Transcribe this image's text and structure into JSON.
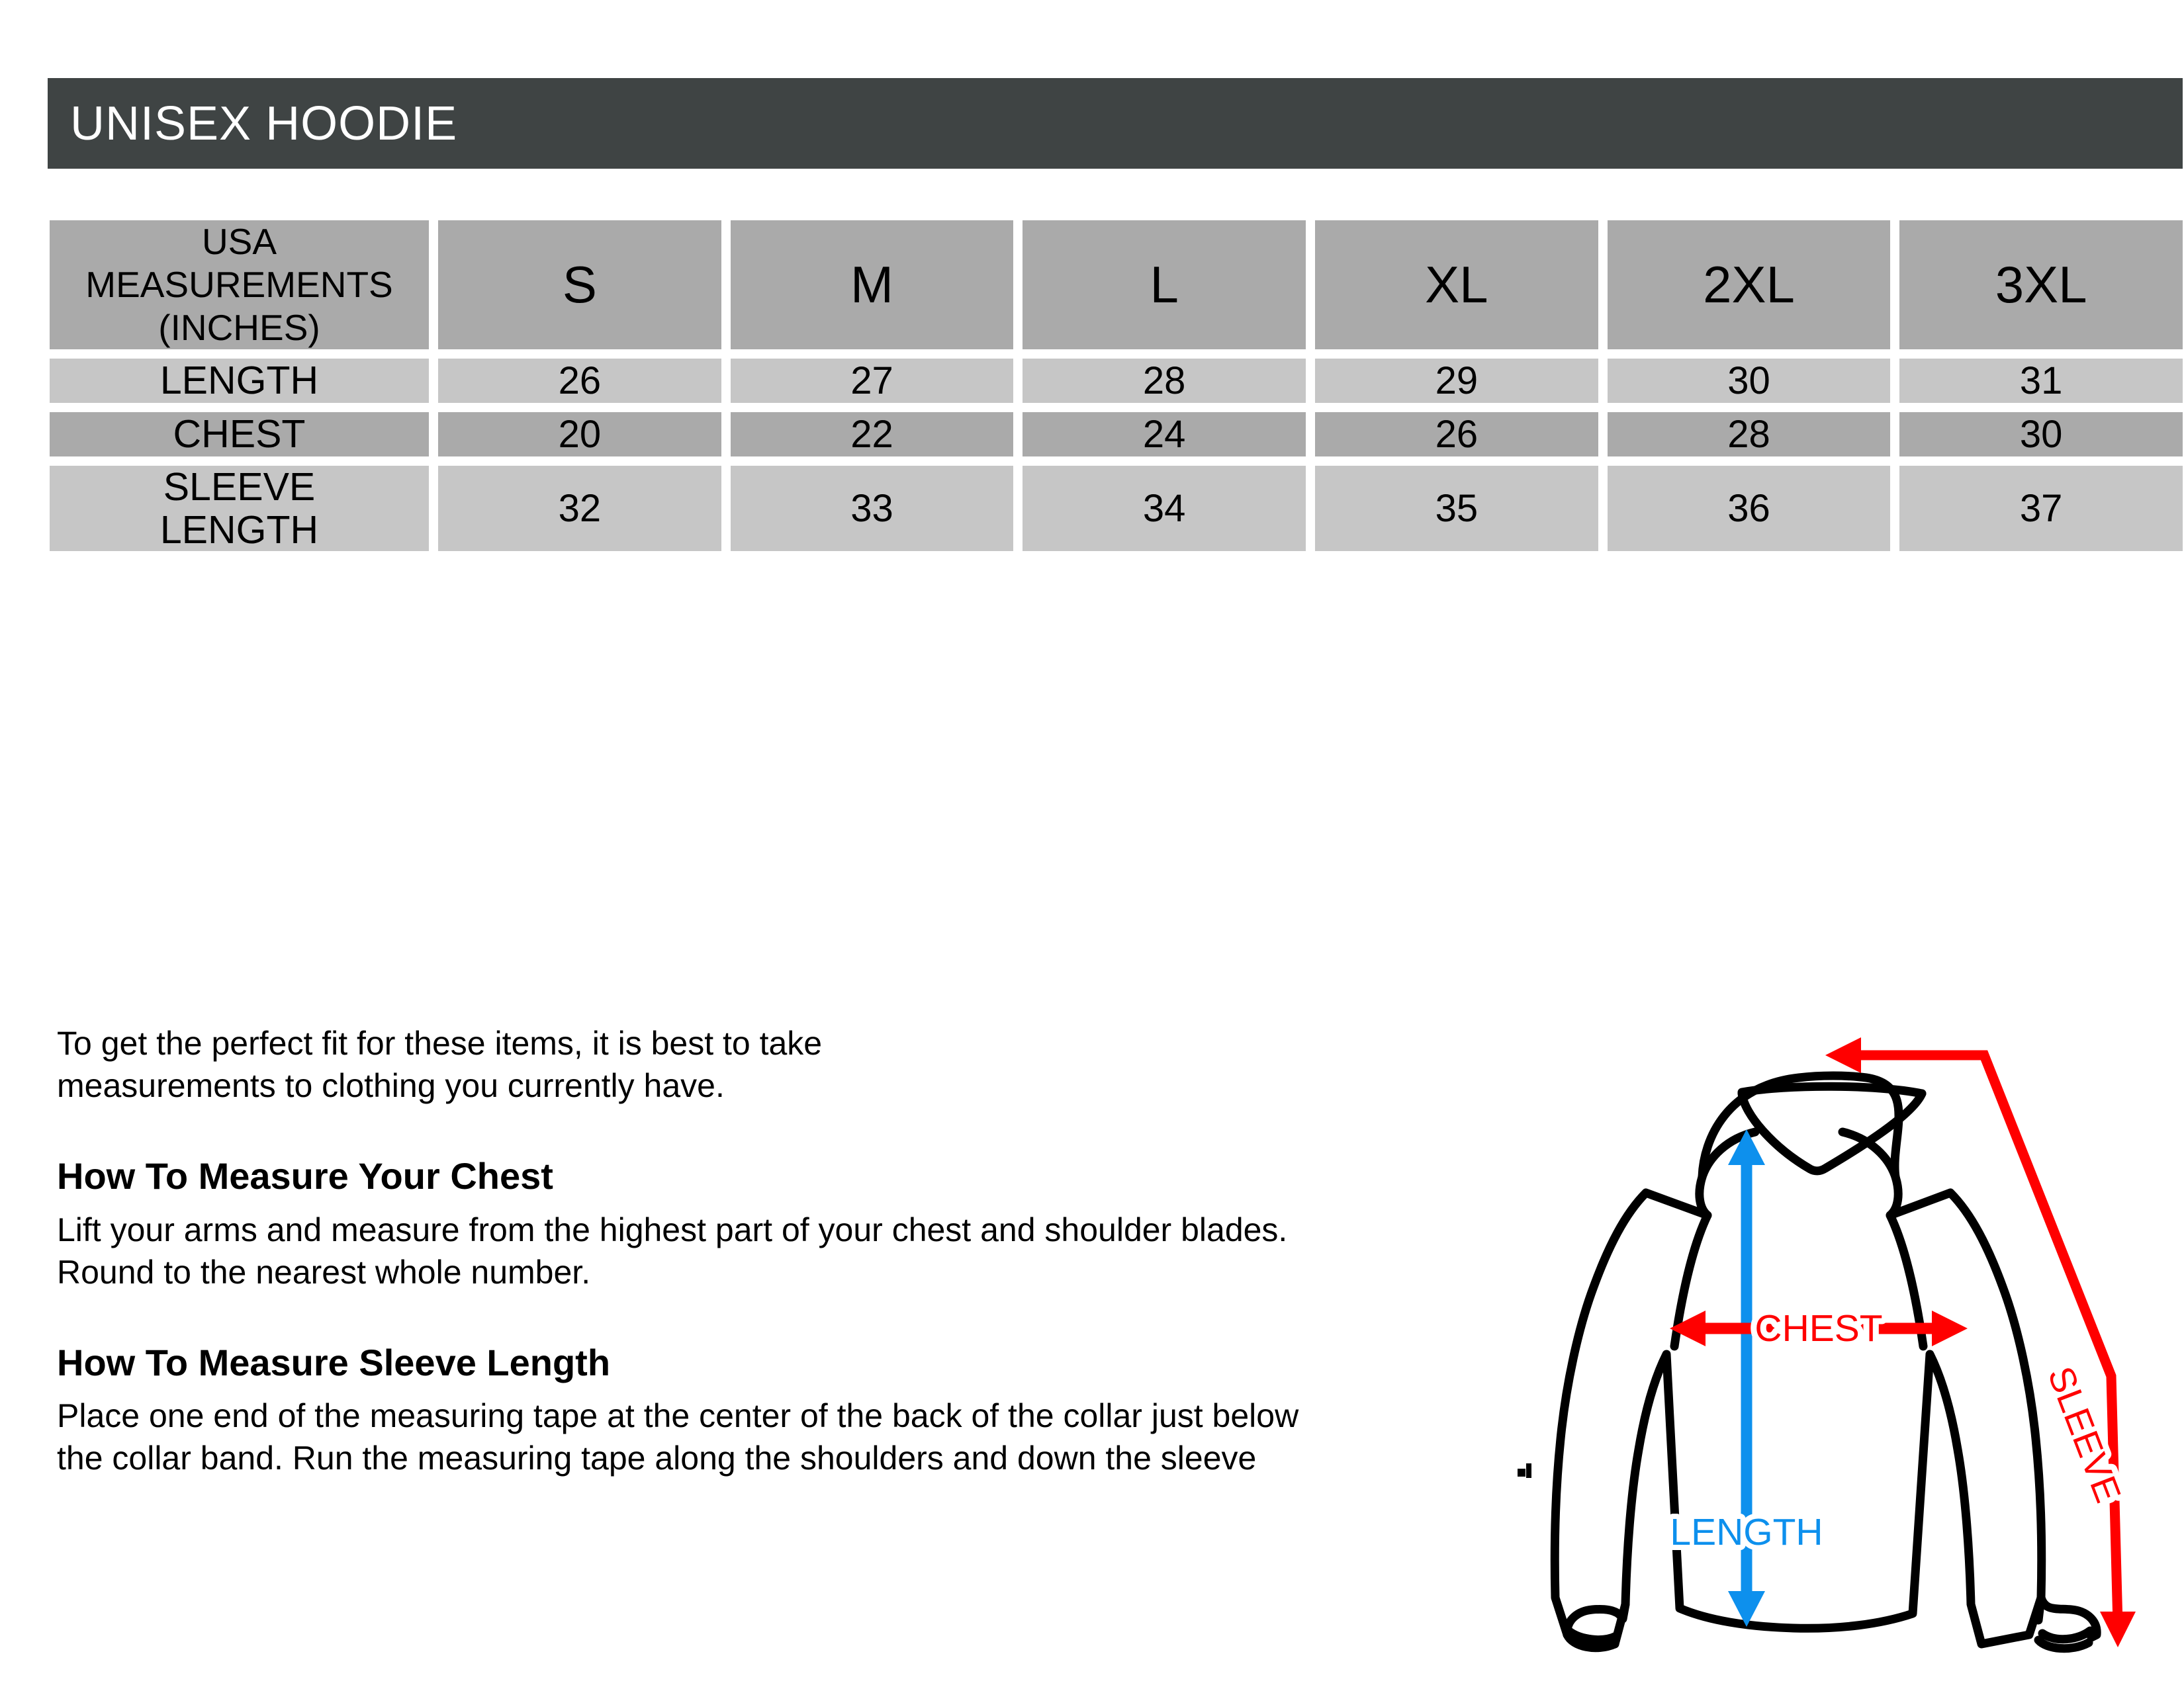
{
  "header": {
    "title": "UNISEX HOODIE",
    "bg_color": "#3f4444",
    "text_color": "#ffffff"
  },
  "chart_data": {
    "type": "table",
    "title": "UNISEX HOODIE",
    "unit": "inches",
    "row_header_label": "USA MEASUREMENTS (INCHES)",
    "row_header_lines": [
      "USA",
      "MEASUREMENTS",
      "(INCHES)"
    ],
    "categories": [
      "S",
      "M",
      "L",
      "XL",
      "2XL",
      "3XL"
    ],
    "series": [
      {
        "name": "LENGTH",
        "label_lines": [
          "LENGTH"
        ],
        "values": [
          26,
          27,
          28,
          29,
          30,
          31
        ]
      },
      {
        "name": "CHEST",
        "label_lines": [
          "CHEST"
        ],
        "values": [
          20,
          22,
          24,
          26,
          28,
          30
        ]
      },
      {
        "name": "SLEEVE LENGTH",
        "label_lines": [
          "SLEEVE",
          "LENGTH"
        ],
        "values": [
          32,
          33,
          34,
          35,
          36,
          37
        ]
      }
    ],
    "row_colors": [
      "#aaaaaa",
      "#c6c6c6",
      "#aaaaaa",
      "#c6c6c6"
    ],
    "legend": [],
    "grid": false
  },
  "table": {
    "header": {
      "line1": "USA",
      "line2": "MEASUREMENTS",
      "line3": "(INCHES)",
      "sizes": [
        "S",
        "M",
        "L",
        "XL",
        "2XL",
        "3XL"
      ]
    },
    "rows": [
      {
        "label_line1": "LENGTH",
        "label_line2": "",
        "values": [
          "26",
          "27",
          "28",
          "29",
          "30",
          "31"
        ]
      },
      {
        "label_line1": "CHEST",
        "label_line2": "",
        "values": [
          "20",
          "22",
          "24",
          "26",
          "28",
          "30"
        ]
      },
      {
        "label_line1": "SLEEVE",
        "label_line2": "LENGTH",
        "values": [
          "32",
          "33",
          "34",
          "35",
          "36",
          "37"
        ]
      }
    ]
  },
  "instructions": {
    "intro_line1": "To get the perfect fit for these items, it is best to take",
    "intro_line2": "measurements to clothing you currently have.",
    "chest_heading": "How To Measure Your Chest",
    "chest_body_line1": "Lift your arms and measure from the highest part of your chest and shoulder blades.",
    "chest_body_line2": "Round to the nearest whole number.",
    "sleeve_heading": "How To Measure Sleeve Length",
    "sleeve_body_line1": "Place one end of the measuring tape at the center of the back of the collar just below",
    "sleeve_body_line2": "the collar band. Run the measuring tape along the shoulders and down the sleeve"
  },
  "diagram": {
    "chest_label": "CHEST",
    "length_label": "LENGTH",
    "sleeve_label": "SLEEVE",
    "chest_color": "#ff0000",
    "sleeve_color": "#ff0000",
    "length_color": "#0d90ed",
    "outline_color": "#000000"
  }
}
